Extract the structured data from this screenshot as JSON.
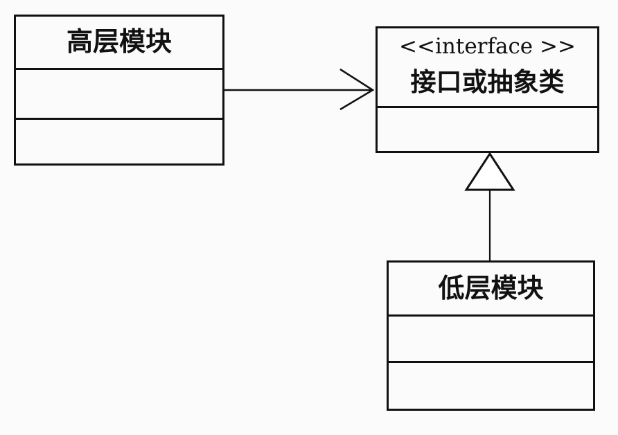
{
  "diagram": {
    "high_module": {
      "name": "高层模块"
    },
    "interface": {
      "stereotype": "<<interface >>",
      "name": "接口或抽象类"
    },
    "low_module": {
      "name": "低层模块"
    }
  },
  "colors": {
    "line": "#111111",
    "background": "#fbfbfb"
  }
}
